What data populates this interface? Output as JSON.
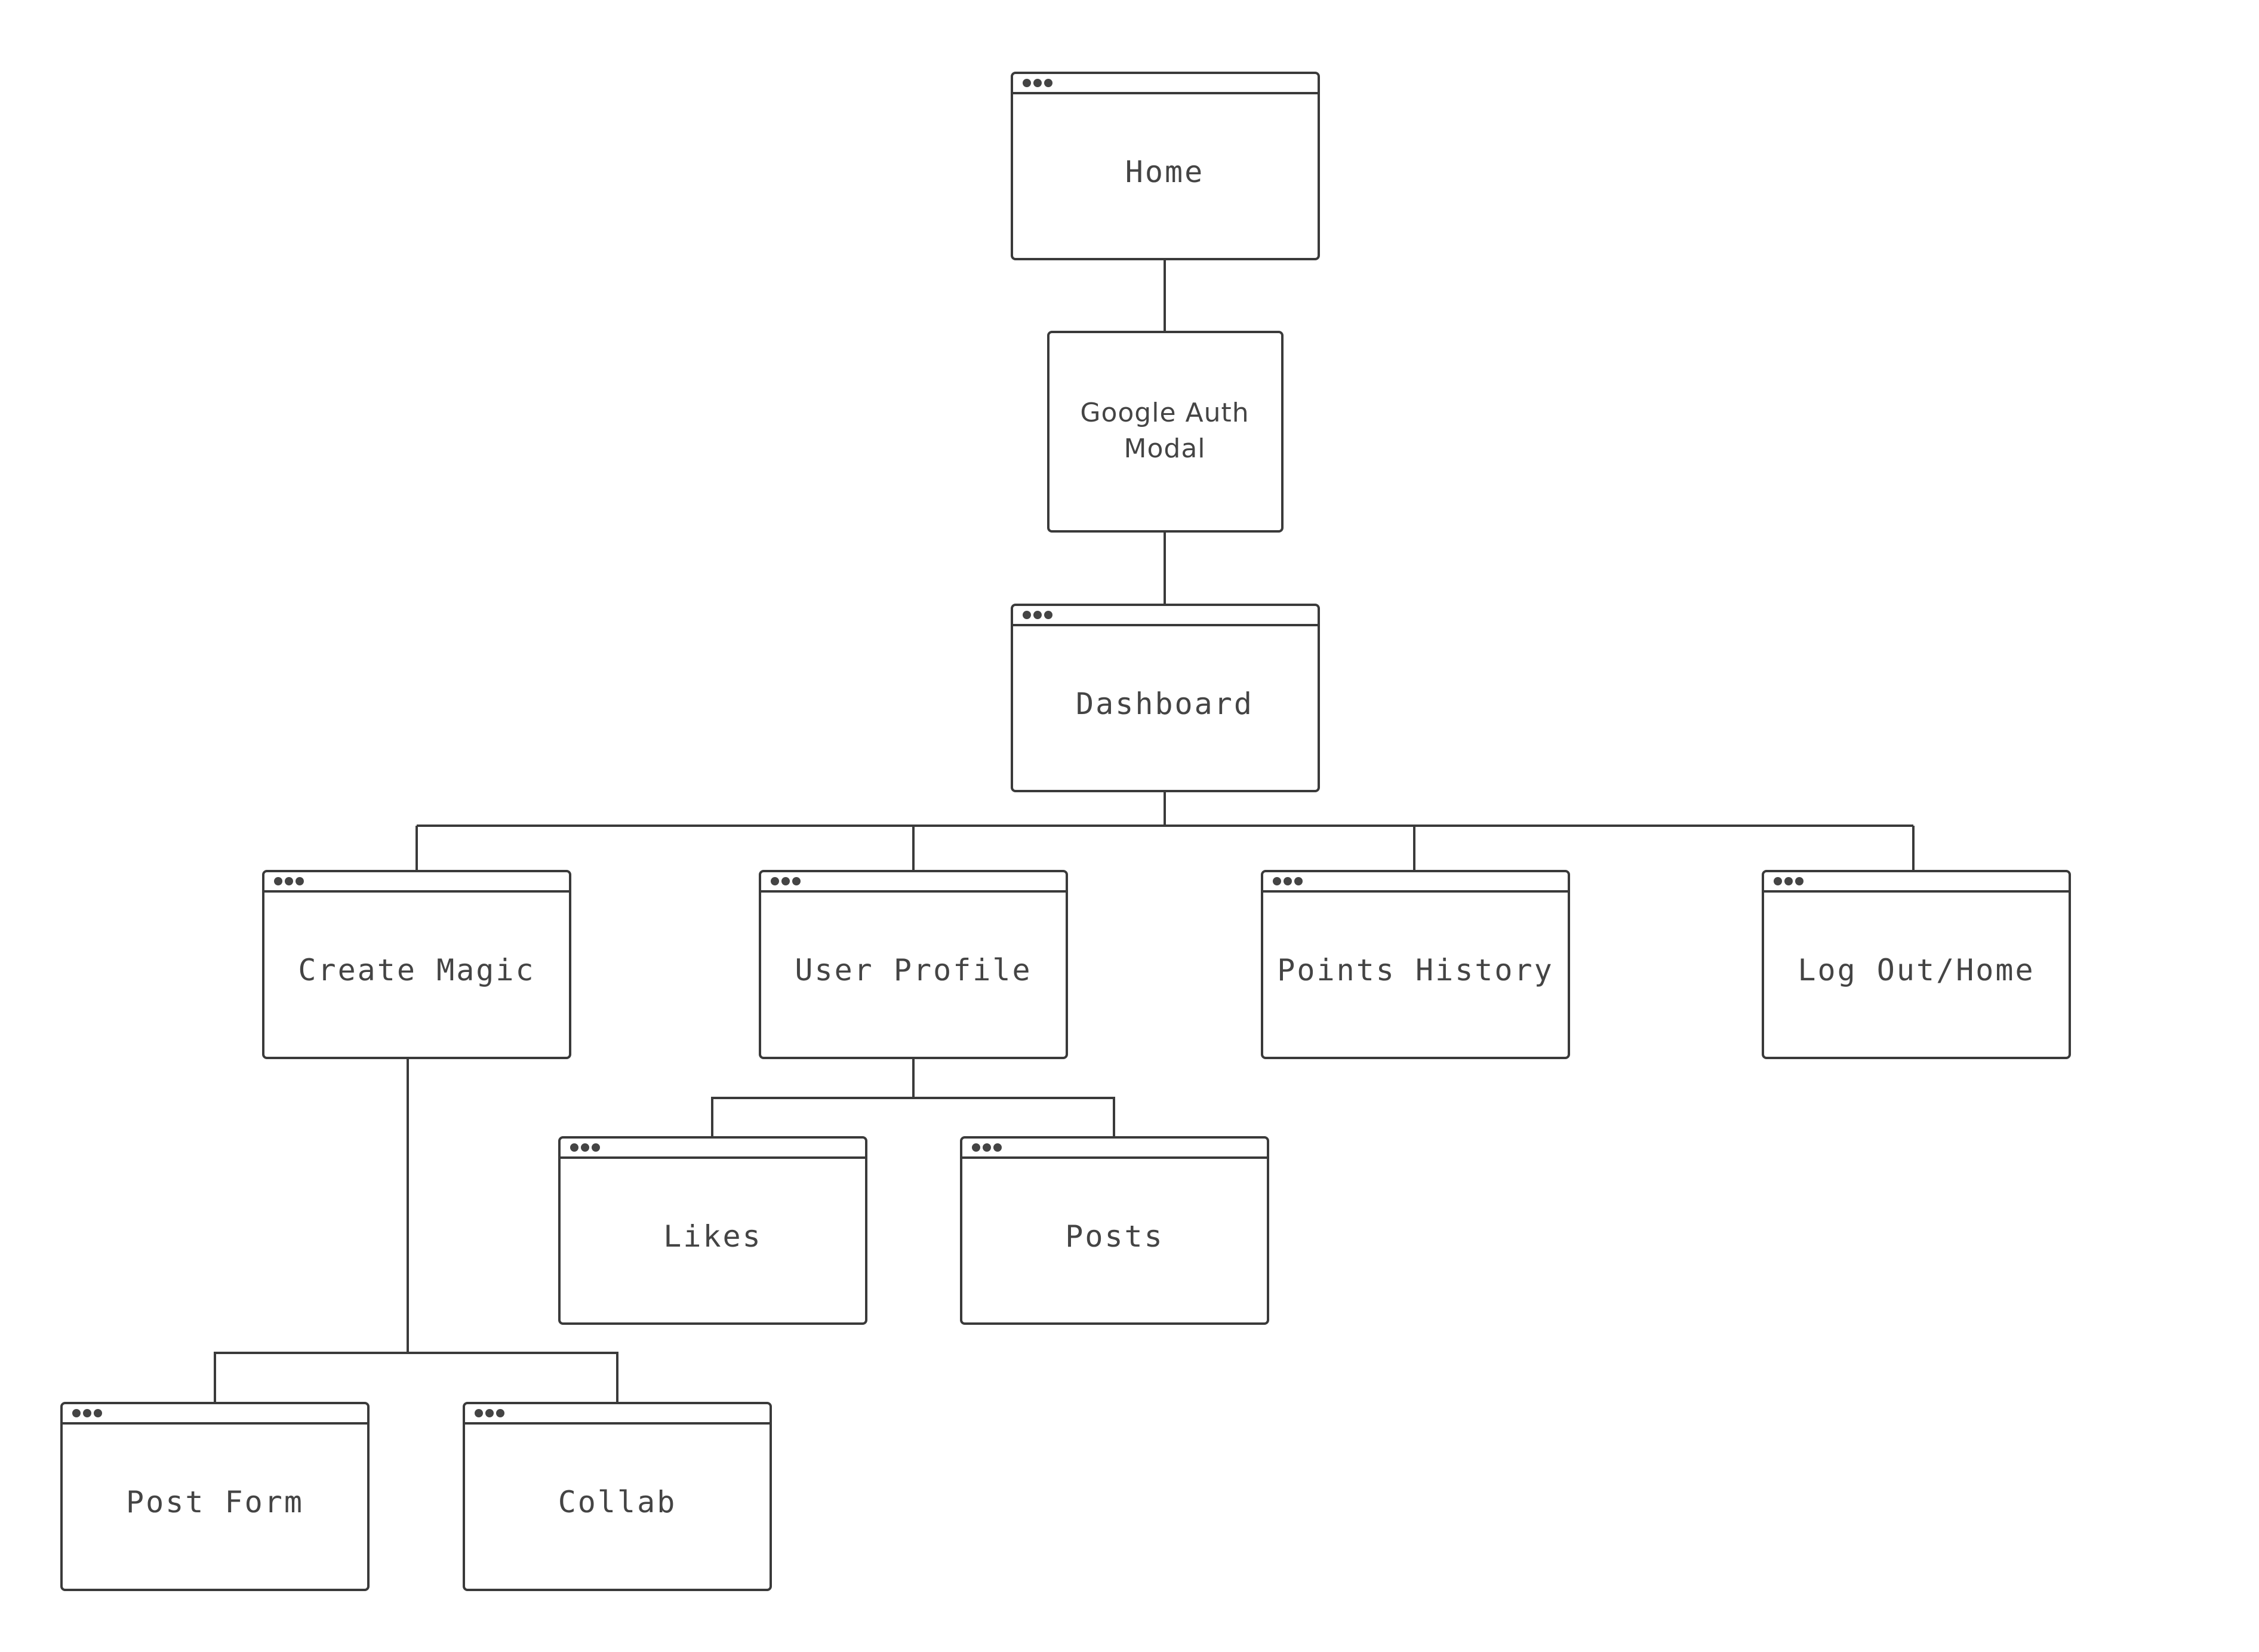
{
  "colors": {
    "stroke": "#3a3a3a",
    "text": "#444444",
    "background": "#ffffff"
  },
  "icon_names": {
    "window_dots": "window-dots-icon"
  },
  "nodes": {
    "home": {
      "label": "Home"
    },
    "google_auth": {
      "lines": [
        "Google Auth",
        "Modal"
      ]
    },
    "dashboard": {
      "label": "Dashboard"
    },
    "create_magic": {
      "label": "Create Magic"
    },
    "user_profile": {
      "label": "User Profile"
    },
    "points_history": {
      "label": "Points History"
    },
    "log_out": {
      "label": "Log Out/Home"
    },
    "likes": {
      "label": "Likes"
    },
    "posts": {
      "label": "Posts"
    },
    "post_form": {
      "label": "Post Form"
    },
    "collab": {
      "label": "Collab"
    }
  }
}
